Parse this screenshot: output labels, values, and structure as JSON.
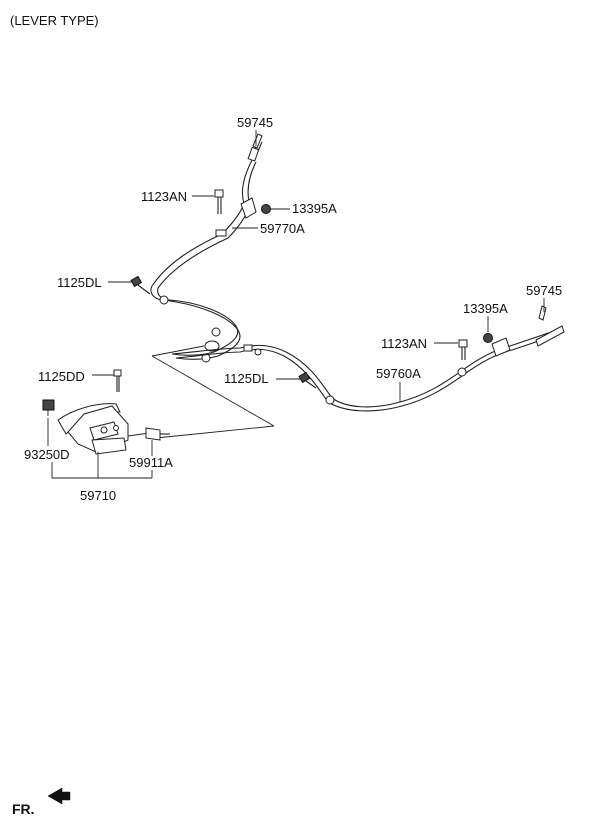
{
  "header": {
    "title": "(LEVER TYPE)"
  },
  "footer": {
    "direction_label": "FR."
  },
  "callouts": {
    "p59745_top": "59745",
    "p1123AN_top": "1123AN",
    "p13395A_top": "13395A",
    "p59770A": "59770A",
    "p1125DL_left": "1125DL",
    "p59745_right": "59745",
    "p13395A_right": "13395A",
    "p1123AN_right": "1123AN",
    "p1125DL_mid": "1125DL",
    "p59760A": "59760A",
    "p1125DD": "1125DD",
    "p93250D": "93250D",
    "p59911A": "59911A",
    "p59710": "59710"
  }
}
